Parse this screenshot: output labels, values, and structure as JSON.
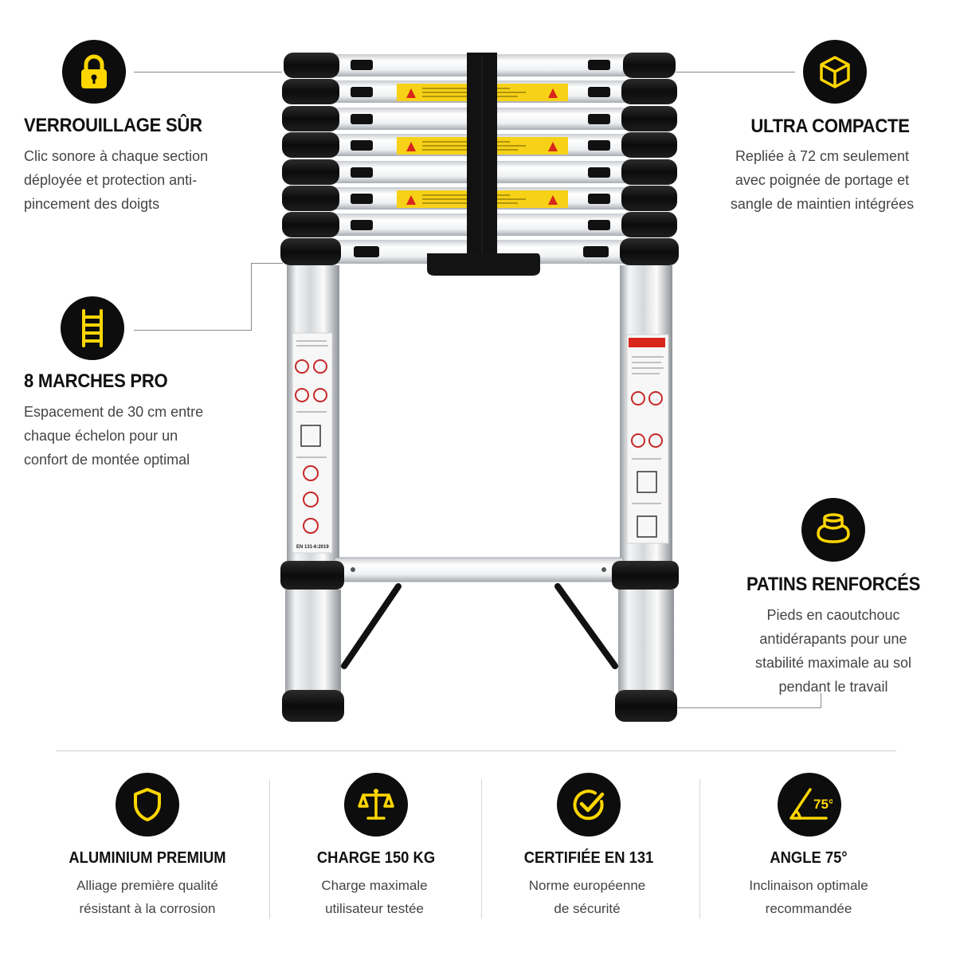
{
  "colors": {
    "accent": "#FFD600",
    "icon_bg": "#0d0d0d",
    "label_yellow": "#F7D117",
    "label_red": "#D9261C"
  },
  "features": {
    "lock": {
      "icon": "padlock-icon",
      "title": "VERROUILLAGE SÛR",
      "desc": [
        "Clic sonore à chaque section",
        "déployée et protection anti-",
        "pincement des doigts"
      ]
    },
    "compact": {
      "icon": "cube-icon",
      "title": "ULTRA COMPACTE",
      "desc": [
        "Repliée à 72 cm seulement",
        "avec poignée de portage et",
        "sangle de maintien intégrées"
      ]
    },
    "steps": {
      "icon": "ladder-icon",
      "title": "8 MARCHES PRO",
      "desc": [
        "Espacement de 30 cm entre",
        "chaque échelon pour un",
        "confort de montée optimal"
      ]
    },
    "feet": {
      "icon": "rubber-foot-icon",
      "title": "PATINS RENFORCÉS",
      "desc": [
        "Pieds en caoutchouc",
        "antidérapants pour une",
        "stabilité maximale au sol",
        "pendant le travail"
      ]
    }
  },
  "bottom": [
    {
      "icon": "shield-icon",
      "title": "ALUMINIUM PREMIUM",
      "desc": [
        "Alliage première qualité",
        "résistant à la corrosion"
      ]
    },
    {
      "icon": "scale-icon",
      "title": "CHARGE 150 KG",
      "desc": [
        "Charge maximale",
        "utilisateur testée"
      ]
    },
    {
      "icon": "check-circle-icon",
      "title": "CERTIFIÉE EN 131",
      "desc": [
        "Norme européenne",
        "de sécurité"
      ]
    },
    {
      "icon": "angle-icon",
      "title": "ANGLE 75°",
      "desc": [
        "Inclinaison optimale",
        "recommandée"
      ]
    }
  ],
  "angle_icon_text": "75°",
  "ladder_label_text": "EN 131-6:2019"
}
